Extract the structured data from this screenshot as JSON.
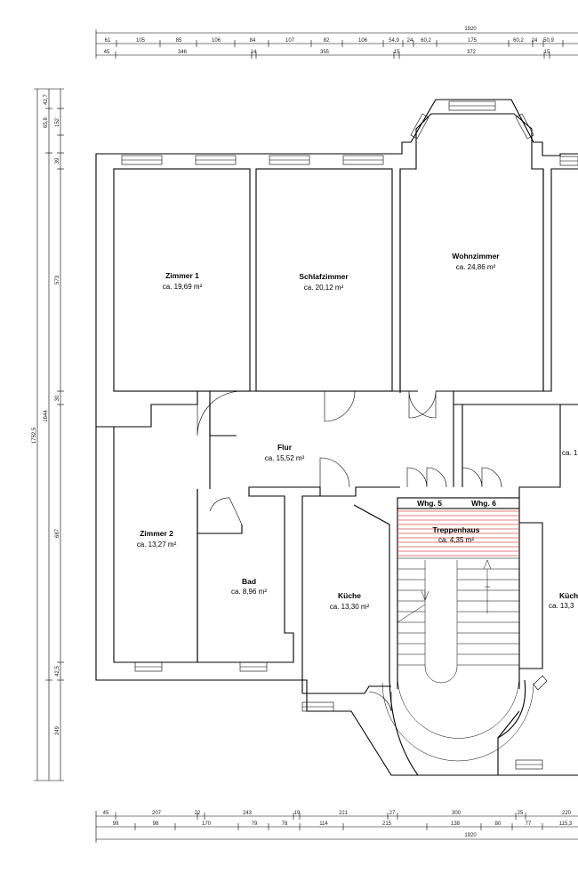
{
  "dimensions": {
    "top_total": "1920",
    "top_row1": [
      "61",
      "105",
      "85",
      "106",
      "84",
      "107",
      "82",
      "106",
      "54,9",
      "24",
      "60,2",
      "175",
      "60,2",
      "24",
      "50,9"
    ],
    "top_row2": [
      "45",
      "346",
      "14",
      "355",
      "15",
      "372",
      "15"
    ],
    "bottom_row1": [
      "45",
      "207",
      "22",
      "243",
      "19",
      "221",
      "27",
      "300",
      "25",
      "220"
    ],
    "bottom_row2": [
      "99",
      "98",
      "170",
      "79",
      "78",
      "114",
      "215",
      "138",
      "80",
      "77",
      "115,3"
    ],
    "bottom_total": "1920",
    "left_outer": "1752,5",
    "left_mid": "1644",
    "left_inner": [
      "42,7",
      "65,8",
      "152",
      "39",
      "573",
      "30",
      "687",
      "42,5",
      "249"
    ]
  },
  "rooms": {
    "zimmer1": {
      "name": "Zimmer 1",
      "area": "ca. 19,69 m²"
    },
    "schlafzimmer": {
      "name": "Schlafzimmer",
      "area": "ca. 20,12 m²"
    },
    "wohnzimmer": {
      "name": "Wohnzimmer",
      "area": "ca. 24,86 m²"
    },
    "flur": {
      "name": "Flur",
      "area": "ca. 15,52 m²"
    },
    "zimmer2": {
      "name": "Zimmer 2",
      "area": "ca. 13,27 m²"
    },
    "bad": {
      "name": "Bad",
      "area": "ca. 8,96 m²"
    },
    "kueche": {
      "name": "Küche",
      "area": "ca. 13,30 m²"
    },
    "treppenhaus": {
      "name": "Treppenhaus",
      "area": "ca. 4,35 m²"
    },
    "kueche_right": {
      "name": "Küch",
      "area": "ca. 13,3"
    },
    "right_partial": {
      "area": "ca. 1"
    }
  },
  "units": {
    "whg5": "Whg. 5",
    "whg6": "Whg. 6"
  },
  "colors": {
    "stair_hatch": "#d9534f"
  }
}
